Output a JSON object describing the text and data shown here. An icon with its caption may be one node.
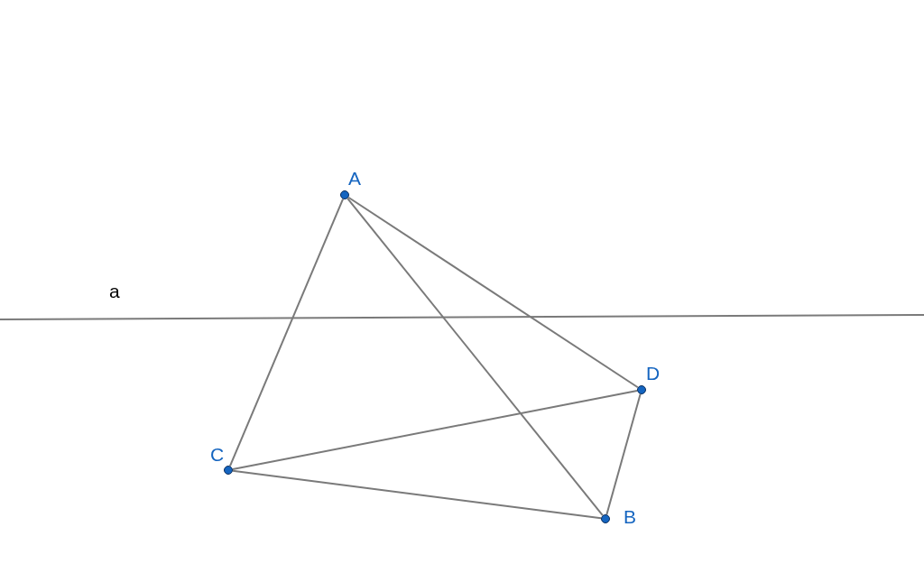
{
  "diagram": {
    "nodes": [
      {
        "text": [],
        "shape": "circle",
        "beside": [
          "A"
        ]
      },
      {
        "text": [],
        "shape": "circle",
        "beside": [
          "D"
        ]
      },
      {
        "text": [],
        "shape": "circle",
        "beside": [
          "C"
        ]
      },
      {
        "text": [],
        "shape": "circle",
        "beside": [
          "B"
        ]
      }
    ],
    "edges": [
      {
        "from": 0,
        "to": 2,
        "arrow": "none"
      },
      {
        "from": 0,
        "to": 3,
        "arrow": "none"
      },
      {
        "from": 0,
        "to": 1,
        "arrow": "none"
      },
      {
        "from": 2,
        "to": 1,
        "arrow": "none"
      },
      {
        "from": 2,
        "to": 3,
        "arrow": "none"
      },
      {
        "from": 1,
        "to": 3,
        "arrow": "none"
      }
    ],
    "labels": [
      "a"
    ]
  }
}
